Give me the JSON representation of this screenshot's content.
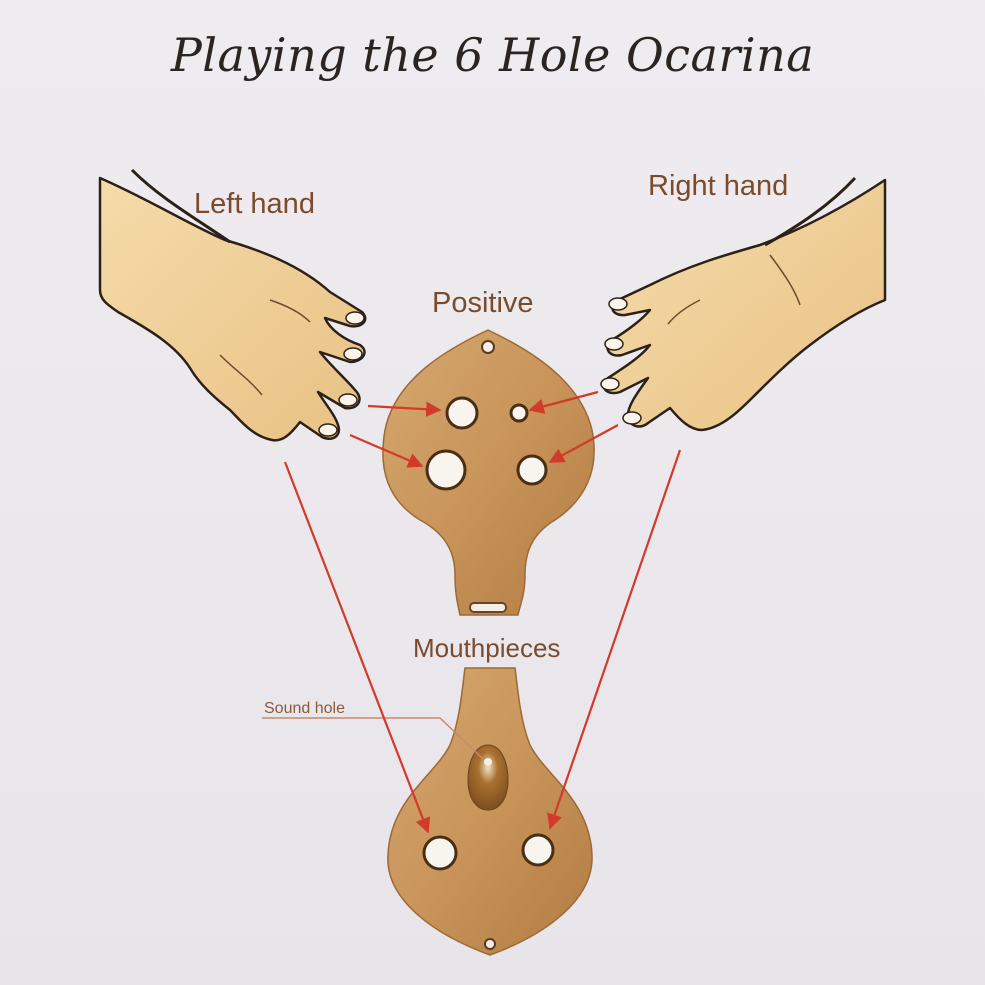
{
  "title": "Playing the 6 Hole Ocarina",
  "labels": {
    "left_hand": "Left hand",
    "right_hand": "Right hand",
    "positive": "Positive",
    "mouthpieces": "Mouthpieces",
    "sound_hole": "Sound hole"
  },
  "colors": {
    "background": "#ece9ee",
    "ocarina_body": "#c9965a",
    "skin": "#f3d49d",
    "arrow": "#d23a2a",
    "label_text": "#7a4b2c"
  }
}
